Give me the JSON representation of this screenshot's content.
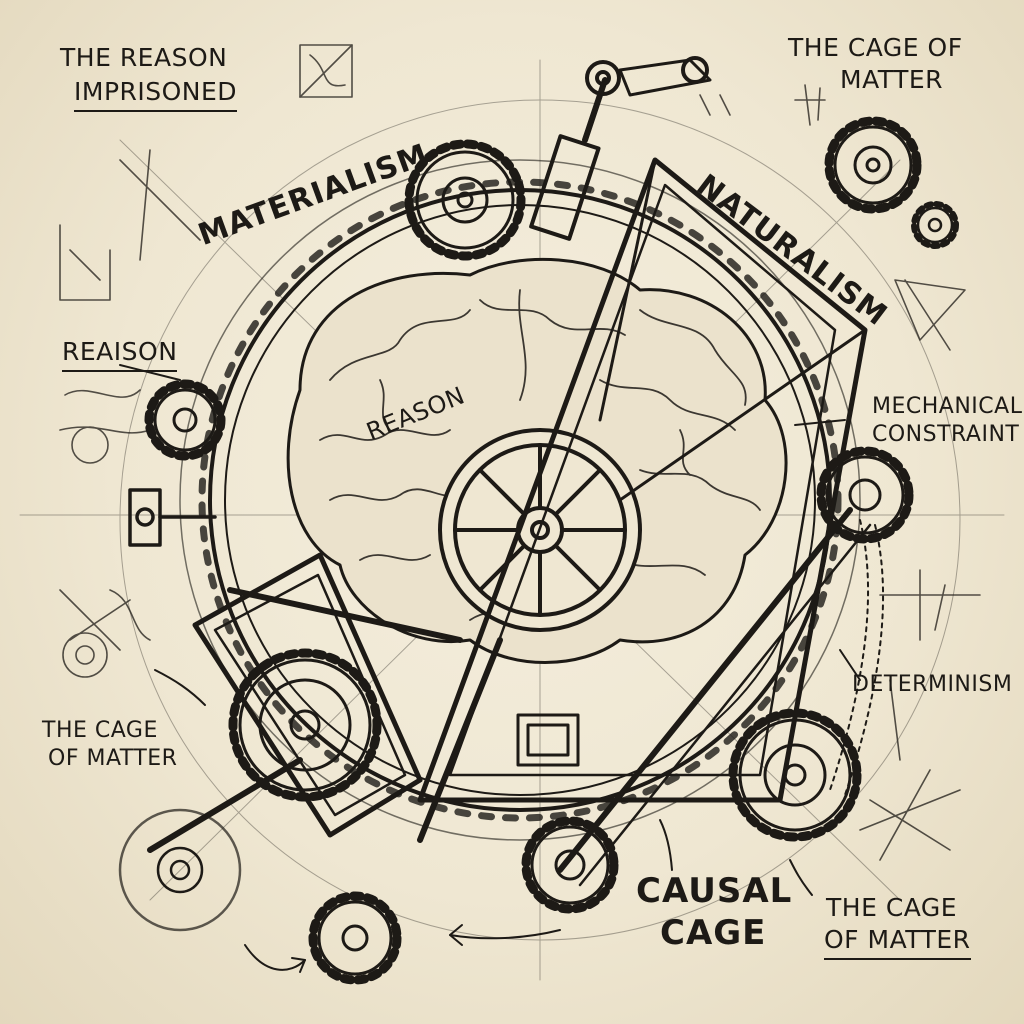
{
  "labels": {
    "reason_imprisoned_1": "THE REASON",
    "reason_imprisoned_2": "IMPRISONED",
    "cage_top_right_1": "THE CAGE OF",
    "cage_top_right_2": "MATTER",
    "materialism": "MATERIALISM",
    "naturalism": "NATURALISM",
    "reaison": "REAISON",
    "reason_on_brain": "REASON",
    "mechanical_1": "MECHANICAL",
    "mechanical_2": "CONSTRAINT",
    "determinism": "DETERMINISM",
    "cage_left_1": "THE CAGE",
    "cage_left_2": "OF MATTER",
    "causal_1": "CAUSAL",
    "causal_2": "CAGE",
    "cage_bottom_right_1": "THE CAGE",
    "cage_bottom_right_2": "OF MATTER"
  },
  "colors": {
    "ink": "#1d1a16",
    "paper": "#f1ead8"
  }
}
